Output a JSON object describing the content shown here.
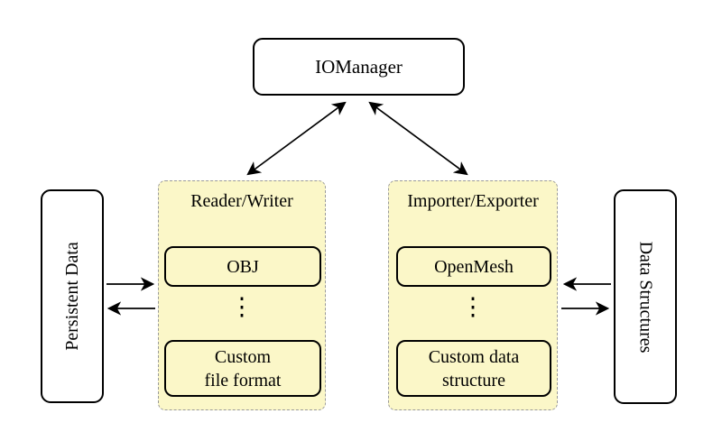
{
  "colors": {
    "panel_fill": "#FBF7C8",
    "panel_border": "#9A9A9A",
    "node_border": "#000000",
    "arrow": "#000000",
    "background": "#FFFFFF"
  },
  "nodes": {
    "iomanager": {
      "label": "IOManager"
    },
    "persistent_data": {
      "label": "Persistent Data"
    },
    "data_structures": {
      "label": "Data Structures"
    },
    "reader_writer": {
      "title": "Reader/Writer",
      "items": [
        "OBJ",
        "Custom\nfile format"
      ],
      "ellipsis": "⋮"
    },
    "importer_exporter": {
      "title": "Importer/Exporter",
      "items": [
        "OpenMesh",
        "Custom data\nstructure"
      ],
      "ellipsis": "⋮"
    }
  }
}
